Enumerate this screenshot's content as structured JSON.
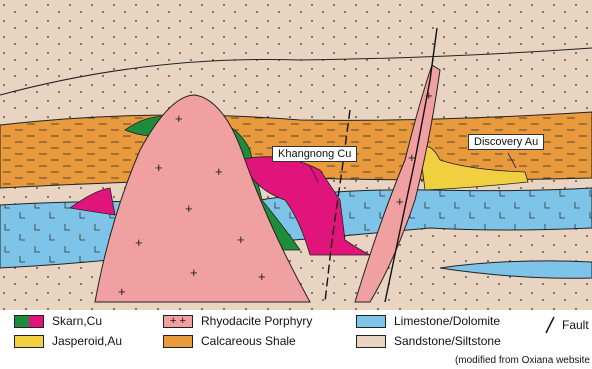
{
  "callouts": {
    "khangnong": "Khangnong Cu",
    "discovery": "Discovery Au"
  },
  "legend": {
    "skarn": "Skarn,Cu",
    "jasperoid": "Jasperoid,Au",
    "porphyry": "Rhyodacite Porphyry",
    "shale": "Calcareous Shale",
    "limestone": "Limestone/Dolomite",
    "sandstone": "Sandstone/Siltstone",
    "fault": "Fault",
    "credit": "(modified from Oxiana website"
  },
  "colors": {
    "sandstone": "#e8d4c0",
    "shale": "#e89a3c",
    "limestone": "#7ec3e8",
    "porphyry": "#f0a0a0",
    "skarn_green": "#1e8c3a",
    "skarn_magenta": "#e0147a",
    "jasperoid": "#f0d040",
    "line": "#222222"
  },
  "pattern_marks": {
    "porphyry": "+",
    "limestone": "L",
    "shale": "—",
    "sandstone": "·"
  }
}
